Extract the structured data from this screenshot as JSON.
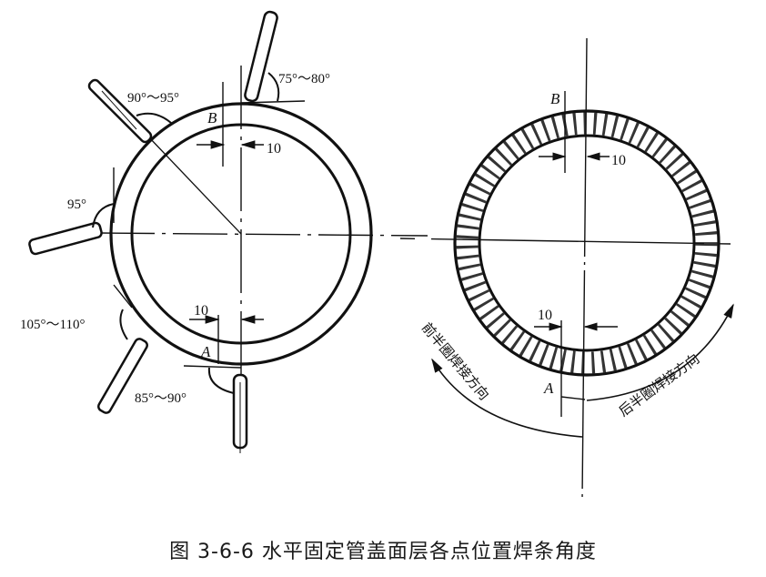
{
  "figure": {
    "caption": "图 3-6-6 水平固定管盖面层各点位置焊条角度",
    "background": "#ffffff",
    "stroke_color": "#111111"
  },
  "left_view": {
    "description": "Electrode angles at points around a horizontal fixed pipe (cap layer)",
    "point_b_label": "B",
    "point_a_label": "A",
    "offset_top": "10",
    "offset_bottom": "10",
    "angles": {
      "top": "75°～80°",
      "upper_left": "90°～95°",
      "left": "95°",
      "lower_left": "105°～110°",
      "bottom": "85°～90°"
    }
  },
  "right_view": {
    "description": "Weld bead ring showing welding directions",
    "point_b_label": "B",
    "point_a_label": "A",
    "offset_top": "10",
    "offset_bottom": "10",
    "front_half_direction": "前半圈焊接方向",
    "back_half_direction": "后半圈焊接方向"
  }
}
